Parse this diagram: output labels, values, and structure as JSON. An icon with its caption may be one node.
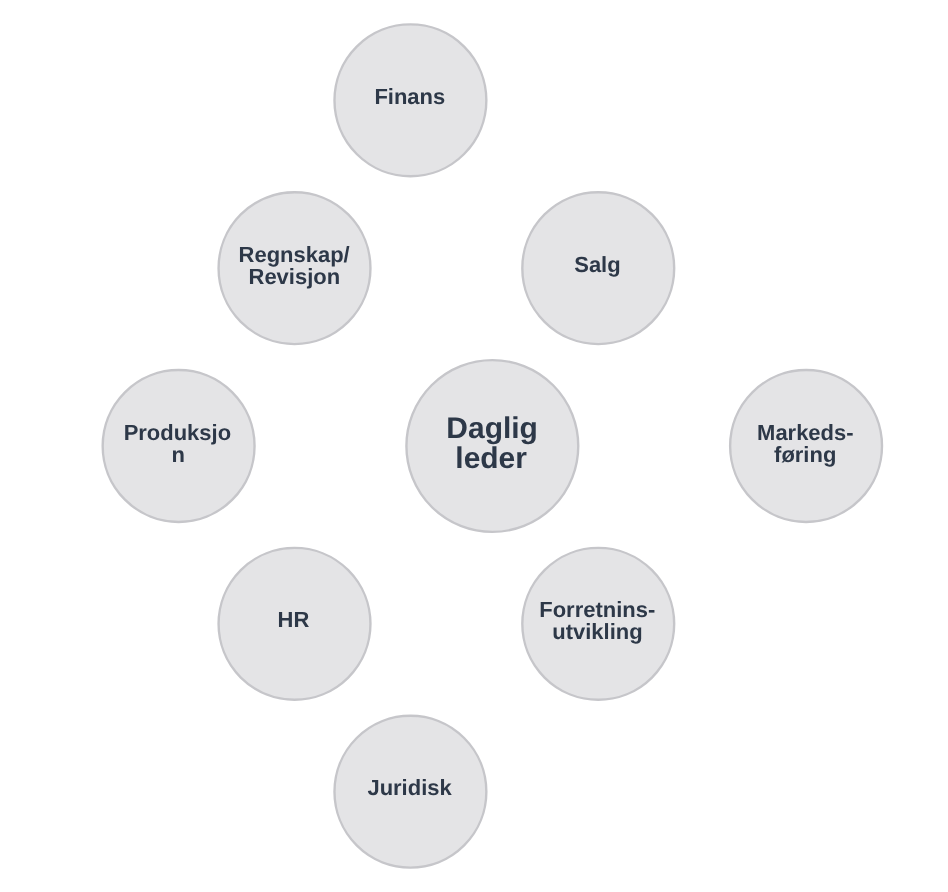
{
  "diagram": {
    "nodes": [
      {
        "text": [
          "Finans"
        ]
      },
      {
        "text": [
          "Regnskap/ Revisjon"
        ]
      },
      {
        "text": [
          "Salg"
        ]
      },
      {
        "text": [
          "Produksjo n"
        ]
      },
      {
        "text": [
          "Daglig leder"
        ]
      },
      {
        "text": [
          "Markeds- føring"
        ]
      },
      {
        "text": [
          "HR"
        ]
      },
      {
        "text": [
          "Forretnins- utvikling"
        ]
      },
      {
        "text": [
          "Juridisk"
        ]
      }
    ],
    "edges": []
  }
}
